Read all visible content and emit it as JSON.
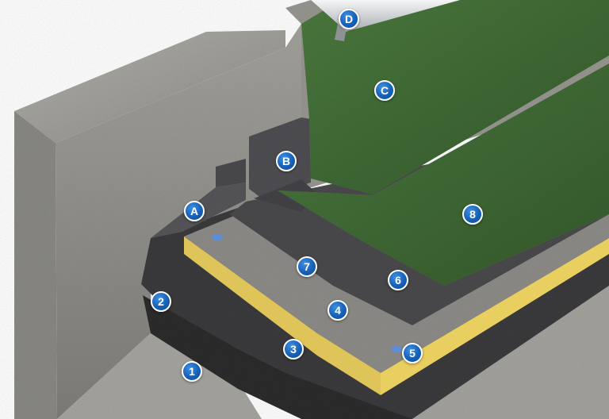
{
  "diagram": {
    "description_visible": false,
    "colors": {
      "concrete": "#9b9a95",
      "bitumen": "#3e3e40",
      "insulation_top": "#8f8e8a",
      "insulation_edge": "#e2c95a",
      "membrane_green": "#3f6a35",
      "fastener": "#5b8ed6",
      "marker_blue": "#1661b8",
      "flashing_metal": "#d9dcdf"
    },
    "markers": [
      {
        "id": "m1",
        "label": "1"
      },
      {
        "id": "m2",
        "label": "2"
      },
      {
        "id": "m3",
        "label": "3"
      },
      {
        "id": "m4",
        "label": "4"
      },
      {
        "id": "m5",
        "label": "5"
      },
      {
        "id": "m6",
        "label": "6"
      },
      {
        "id": "m7",
        "label": "7"
      },
      {
        "id": "m8",
        "label": "8"
      },
      {
        "id": "mA",
        "label": "A"
      },
      {
        "id": "mB",
        "label": "B"
      },
      {
        "id": "mC",
        "label": "C"
      },
      {
        "id": "mD",
        "label": "D"
      }
    ]
  }
}
